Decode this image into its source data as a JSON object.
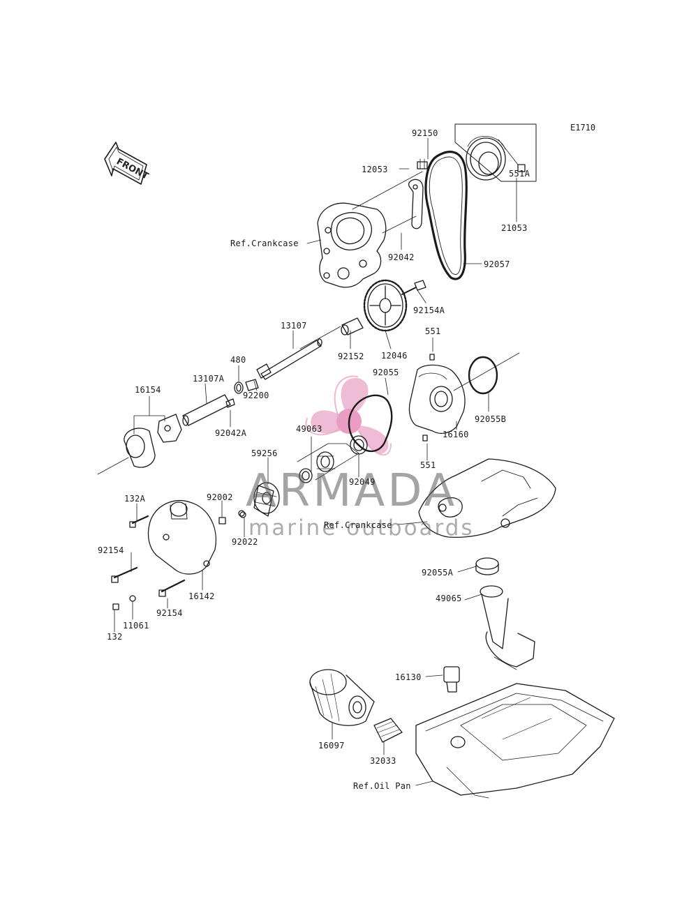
{
  "diagram_code": "E1710",
  "front_label": "FRONT",
  "watermark": {
    "name": "ARMADA",
    "tagline": "marine outboards",
    "logo_color": "#e9a6c8"
  },
  "labels": {
    "p92150": "92150",
    "p12053": "12053",
    "p551A": "551A",
    "p21053": "21053",
    "ref_crankcase_top": "Ref.Crankcase",
    "p92042": "92042",
    "p92057": "92057",
    "p92154A": "92154A",
    "p13107": "13107",
    "p92152": "92152",
    "p12046": "12046",
    "p551_top": "551",
    "p480": "480",
    "p13107A": "13107A",
    "p16154": "16154",
    "p92055": "92055",
    "p92200": "92200",
    "p92042A": "92042A",
    "p92055B": "92055B",
    "p49063": "49063",
    "p16160": "16160",
    "p551_bottom": "551",
    "p59256": "59256",
    "p92049": "92049",
    "p132A": "132A",
    "p92002": "92002",
    "ref_crankcase_mid": "Ref.Crankcase",
    "p92022": "92022",
    "p92154_left": "92154",
    "p92055A": "92055A",
    "p16142": "16142",
    "p49065": "49065",
    "p92154_bottom": "92154",
    "p11061": "11061",
    "p132": "132",
    "p16130": "16130",
    "p16097": "16097",
    "p32033": "32033",
    "ref_oil_pan": "Ref.Oil Pan"
  }
}
